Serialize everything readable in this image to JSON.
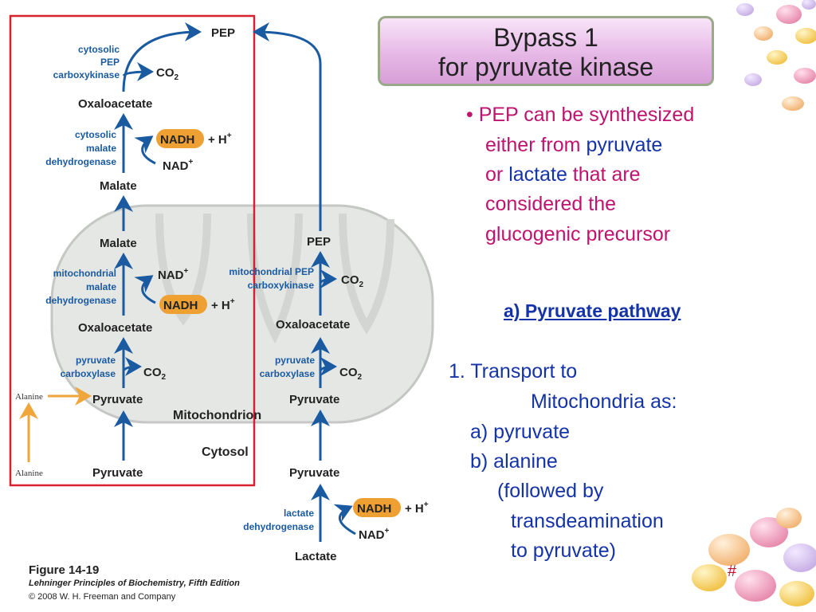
{
  "title": {
    "line1": "Bypass 1",
    "line2": "for pyruvate kinase"
  },
  "bullet": {
    "l1": "• PEP can be synthesized",
    "l2_a": "either from ",
    "l2_b": "pyruvate",
    "l3_a": "or ",
    "l3_b": "lactate",
    "l3_c": " that are",
    "l4": "considered the",
    "l5": "glucogenic precursor"
  },
  "section_heading": "a) Pyruvate pathway",
  "transport": {
    "l1": "1. Transport to",
    "l2": "Mitochondria as:",
    "l3": "a) pyruvate",
    "l4": "b) alanine",
    "l5": "(followed by",
    "l6": "transdeamination",
    "l7": "to pyruvate)"
  },
  "figure": {
    "label": "Figure 14-19",
    "source": "Lehninger Principles of Biochemistry, Fifth Edition",
    "copyright": "© 2008 W. H. Freeman and Company"
  },
  "slide_number": "#",
  "diagram": {
    "pep_top": "PEP",
    "cyto_pepck": [
      "cytosolic",
      "PEP",
      "carboxykinase"
    ],
    "co2": "CO",
    "oaa_cyto": "Oxaloacetate",
    "cyto_mdh": [
      "cytosolic",
      "malate",
      "dehydrogenase"
    ],
    "nadh": "NADH",
    "plus_h": "+ H",
    "nad": "NAD",
    "malate_cyto": "Malate",
    "malate_mito": "Malate",
    "mito_mdh": [
      "mitochondrial",
      "malate",
      "dehydrogenase"
    ],
    "oaa_mito_left": "Oxaloacetate",
    "pyr_carb": [
      "pyruvate",
      "carboxylase"
    ],
    "pyruvate_mito_left": "Pyruvate",
    "alanine": "Alanine",
    "mitochondrion": "Mitochondrion",
    "cytosol": "Cytosol",
    "pyruvate_cyto_left": "Pyruvate",
    "pep_mito": "PEP",
    "mito_pepck": [
      "mitochondrial PEP",
      "carboxykinase"
    ],
    "oaa_mito_right": "Oxaloacetate",
    "pyruvate_mito_right": "Pyruvate",
    "pyruvate_cyto_right": "Pyruvate",
    "ldh": [
      "lactate",
      "dehydrogenase"
    ],
    "lactate": "Lactate"
  }
}
